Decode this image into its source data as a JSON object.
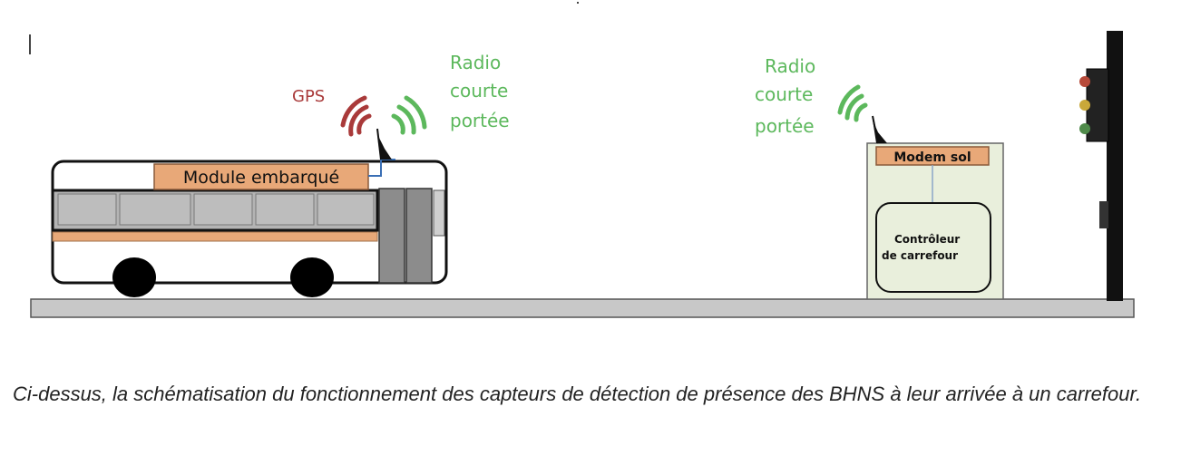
{
  "diagram": {
    "gps_label": "GPS",
    "bus_radio_label": [
      "Radio",
      "courte",
      "portée"
    ],
    "module_label": "Module embarqué",
    "ground_radio_label": [
      "Radio",
      "courte",
      "portée"
    ],
    "modem_label": "Modem sol",
    "controller_label": [
      "Contrôleur",
      "de carrefour"
    ]
  },
  "caption": "Ci-dessus, la schématisation du fonctionnement des capteurs de détection de présence des BHNS à leur arrivée à un carrefour.",
  "colors": {
    "gps": "#a93a3a",
    "radio": "#5cb85c",
    "orange": "#e8a878",
    "ground": "#c8c8c8",
    "cabinet": "#e9efdc",
    "signal_pole": "#111111"
  }
}
